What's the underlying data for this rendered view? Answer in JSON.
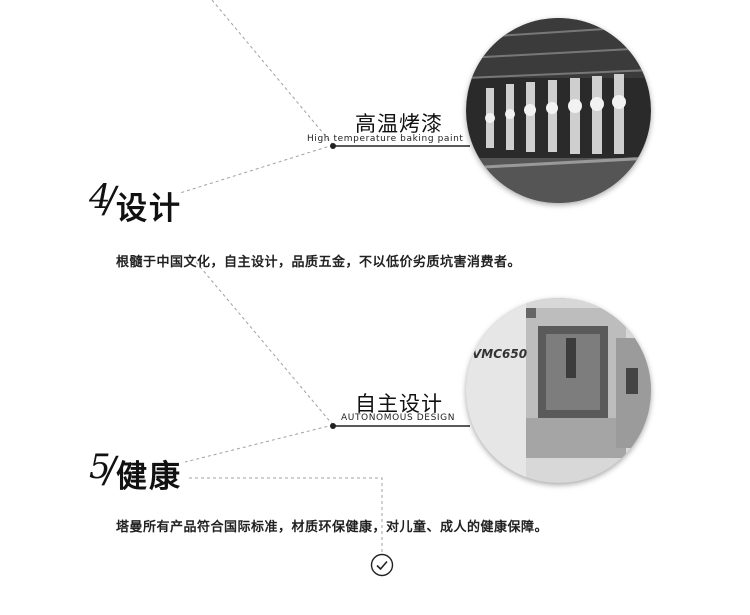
{
  "features": [
    {
      "title_cn": "高温烤漆",
      "title_en": "High temperature baking paint",
      "photo_icon": "paint-line-photo"
    },
    {
      "title_cn": "自主设计",
      "title_en": "AUTONOMOUS DESIGN",
      "photo_icon": "cnc-machine-photo",
      "machine_label": "VMC650"
    }
  ],
  "sections": [
    {
      "number": "4",
      "slash": "/",
      "title": "设计",
      "description": "根髓于中国文化，自主设计，品质五金，不以低价劣质坑害消费者。"
    },
    {
      "number": "5",
      "slash": "/",
      "title": "健康",
      "description": "塔曼所有产品符合国际标准，材质环保健康，对儿童、成人的健康保障。"
    }
  ],
  "footer": {
    "icon": "check-circle-icon"
  },
  "colors": {
    "line": "#999999",
    "text": "#222222",
    "accent": "#111111"
  }
}
